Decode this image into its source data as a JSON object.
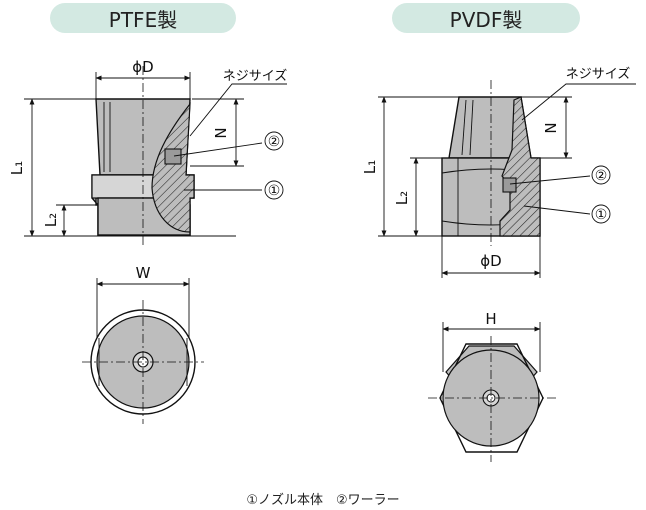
{
  "titles": {
    "left": "PTFE製",
    "right": "PVDF製"
  },
  "dimension_labels": {
    "phi_d": "ϕD",
    "thread": "ネジサイズ",
    "n": "N",
    "l1": "L₁",
    "l2": "L₂",
    "w": "W",
    "h": "H"
  },
  "callouts": {
    "one": "①",
    "two": "②"
  },
  "caption": "①ノズル本体　②ワーラー"
}
